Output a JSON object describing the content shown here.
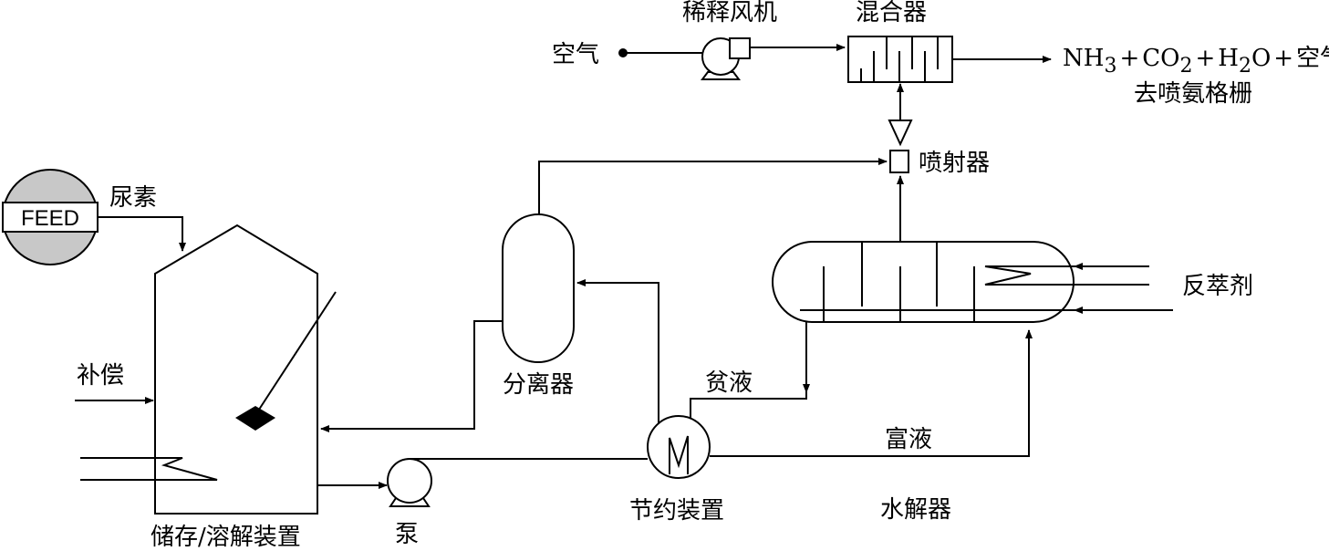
{
  "labels": {
    "feed": "FEED",
    "urea": "尿素",
    "storage": "储存/溶解装置",
    "compensation": "补偿",
    "pump": "泵",
    "separator": "分离器",
    "economizer": "节约装置",
    "lean_liquid": "贫液",
    "rich_liquid": "富液",
    "hydrolyzer": "水解器",
    "anti_extractant": "反萃剂",
    "ejector": "喷射器",
    "mixer": "混合器",
    "dilution_fan": "稀释风机",
    "air": "空气",
    "output_line2": "去喷氨格栅"
  },
  "output_formula": {
    "nh": "NH",
    "nh_sub": "3",
    "plus1": "+",
    "co": "CO",
    "co_sub": "2",
    "plus2": "+",
    "h": "H",
    "h_sub": "2",
    "o": "O",
    "plus3": "+",
    "air": "空气"
  }
}
